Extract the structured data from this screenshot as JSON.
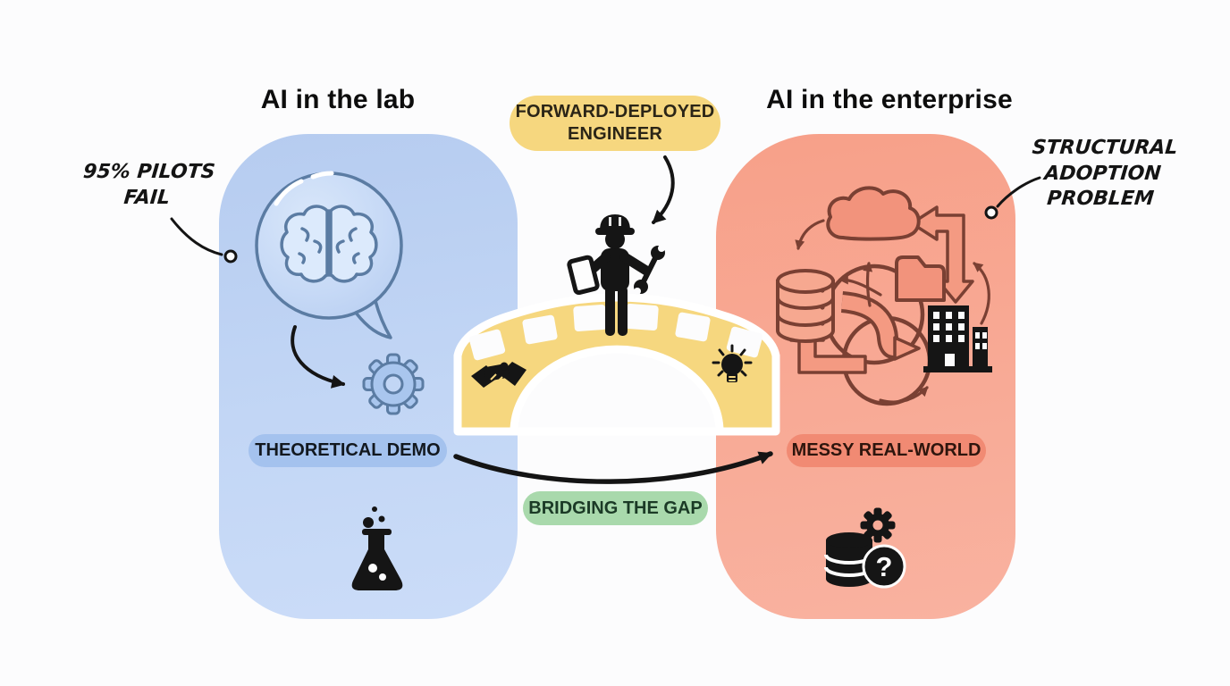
{
  "canvas": {
    "background": "#fcfcfd"
  },
  "colors": {
    "lab_panel": "#bdd2f3",
    "lab_label_pill": "#a4c2ee",
    "lab_icon_stroke": "#5b7ca3",
    "enterprise_panel": "#f8a58e",
    "enterprise_label_pill": "#f18a73",
    "enterprise_icon_stroke": "#7a4033",
    "enterprise_arrow_fill": "#f49a82",
    "bridge_yellow": "#f6d77f",
    "gap_pill_green": "#a9d9ac",
    "ink": "#141414"
  },
  "lab": {
    "title": "AI in the lab",
    "annotation": {
      "line1": "95% PILOTS",
      "line2": "FAIL"
    },
    "label": "THEORETICAL DEMO",
    "icons": [
      "brain-speech-bubble-icon",
      "gear-icon",
      "flask-icon"
    ]
  },
  "enterprise": {
    "title": "AI in the enterprise",
    "annotation": {
      "line1": "STRUCTURAL",
      "line2": "ADOPTION",
      "line3": "PROBLEM"
    },
    "label": "MESSY REAL-WORLD",
    "question_glyph": "?",
    "icons": [
      "cloud-icon",
      "database-icon",
      "folder-icon",
      "building-icon",
      "tangled-arrows",
      "database-gear-question-icon"
    ]
  },
  "bridge": {
    "label": {
      "line1": "FORWARD-DEPLOYED",
      "line2": "ENGINEER"
    },
    "gap_label": "BRIDGING THE GAP",
    "icons": [
      "engineer-icon",
      "handshake-icon",
      "lightbulb-icon"
    ]
  }
}
